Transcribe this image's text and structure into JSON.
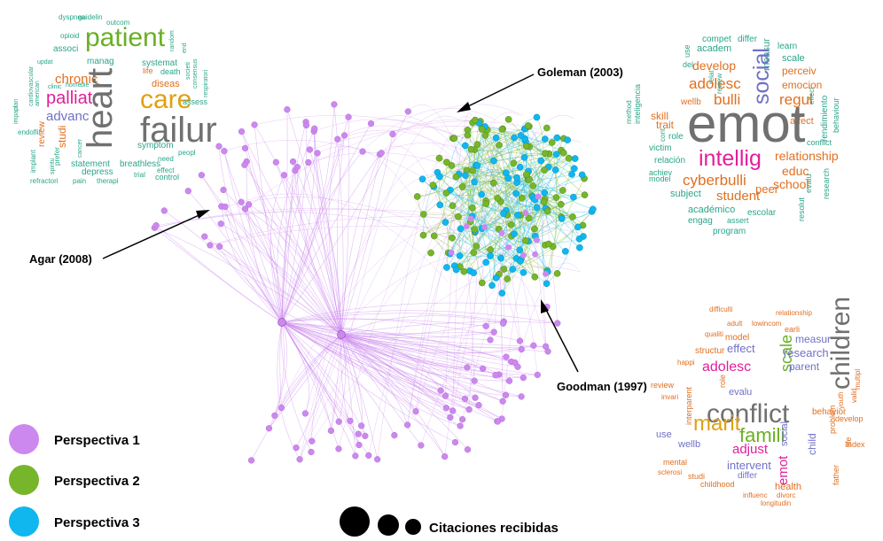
{
  "colors": {
    "perspectiva1": "#cc88ee",
    "perspectiva2": "#77b52a",
    "perspectiva3": "#0fb7ee",
    "edge1": "#cc88ee",
    "edge2": "#88c040",
    "edge3": "#39c4ee"
  },
  "annotations": {
    "goleman": "Goleman (2003)",
    "agar": "Agar (2008)",
    "goodman": "Goodman (1997)"
  },
  "legend": {
    "items": [
      {
        "label": "Perspectiva 1",
        "color": "#cc88ee"
      },
      {
        "label": "Perspectiva 2",
        "color": "#77b52a"
      },
      {
        "label": "Perspectiva 3",
        "color": "#0fb7ee"
      }
    ],
    "size_label": "Citaciones recibidas"
  },
  "word_clouds": {
    "heart_failure": [
      {
        "t": "dyspnea",
        "c": "#2aa58a",
        "s": 8
      },
      {
        "t": "guidelin",
        "c": "#2aa58a",
        "s": 8
      },
      {
        "t": "outcom",
        "c": "#2aa58a",
        "s": 8
      },
      {
        "t": "opioid",
        "c": "#2aa58a",
        "s": 8
      },
      {
        "t": "patient",
        "c": "#6ab023",
        "s": 30
      },
      {
        "t": "random",
        "c": "#2aa58a",
        "s": 7
      },
      {
        "t": "end",
        "c": "#2aa58a",
        "s": 7
      },
      {
        "t": "associ",
        "c": "#2aa58a",
        "s": 10
      },
      {
        "t": "updat",
        "c": "#2aa58a",
        "s": 7
      },
      {
        "t": "manag",
        "c": "#2aa58a",
        "s": 10
      },
      {
        "t": "systemat",
        "c": "#2aa58a",
        "s": 10
      },
      {
        "t": "consensus",
        "c": "#2aa58a",
        "s": 7
      },
      {
        "t": "chronic",
        "c": "#e07020",
        "s": 15
      },
      {
        "t": "life",
        "c": "#e07020",
        "s": 9
      },
      {
        "t": "death",
        "c": "#2aa58a",
        "s": 9
      },
      {
        "t": "societi",
        "c": "#2aa58a",
        "s": 7
      },
      {
        "t": "respiratori",
        "c": "#2aa58a",
        "s": 7
      },
      {
        "t": "cardiovascular",
        "c": "#2aa58a",
        "s": 7
      },
      {
        "t": "american",
        "c": "#2aa58a",
        "s": 7
      },
      {
        "t": "clinic",
        "c": "#2aa58a",
        "s": 7
      },
      {
        "t": "home",
        "c": "#2aa58a",
        "s": 7
      },
      {
        "t": "die",
        "c": "#2aa58a",
        "s": 7
      },
      {
        "t": "diseas",
        "c": "#e07020",
        "s": 11
      },
      {
        "t": "care",
        "c": "#e0a010",
        "s": 30
      },
      {
        "t": "assess",
        "c": "#2aa58a",
        "s": 9
      },
      {
        "t": "palliat",
        "c": "#e0209a",
        "s": 20
      },
      {
        "t": "heart",
        "c": "#707070",
        "s": 40
      },
      {
        "t": "plan",
        "c": "#2aa58a",
        "s": 7
      },
      {
        "t": "impact",
        "c": "#2aa58a",
        "s": 7
      },
      {
        "t": "advanc",
        "c": "#7070c8",
        "s": 15
      },
      {
        "t": "endoflif",
        "c": "#2aa58a",
        "s": 8
      },
      {
        "t": "review",
        "c": "#e07020",
        "s": 10
      },
      {
        "t": "studi",
        "c": "#e07020",
        "s": 12
      },
      {
        "t": "failur",
        "c": "#707070",
        "s": 40
      },
      {
        "t": "implant",
        "c": "#2aa58a",
        "s": 8
      },
      {
        "t": "prefer",
        "c": "#2aa58a",
        "s": 8
      },
      {
        "t": "cancer",
        "c": "#2aa58a",
        "s": 7
      },
      {
        "t": "spiritu",
        "c": "#2aa58a",
        "s": 7
      },
      {
        "t": "symptom",
        "c": "#2aa58a",
        "s": 10
      },
      {
        "t": "need",
        "c": "#2aa58a",
        "s": 8
      },
      {
        "t": "peopl",
        "c": "#2aa58a",
        "s": 8
      },
      {
        "t": "statement",
        "c": "#2aa58a",
        "s": 10
      },
      {
        "t": "breathless",
        "c": "#2aa58a",
        "s": 10
      },
      {
        "t": "depress",
        "c": "#2aa58a",
        "s": 10
      },
      {
        "t": "effect",
        "c": "#2aa58a",
        "s": 8
      },
      {
        "t": "trial",
        "c": "#2aa58a",
        "s": 8
      },
      {
        "t": "control",
        "c": "#2aa58a",
        "s": 9
      },
      {
        "t": "refractori",
        "c": "#2aa58a",
        "s": 8
      },
      {
        "t": "pain",
        "c": "#2aa58a",
        "s": 8
      },
      {
        "t": "therapi",
        "c": "#2aa58a",
        "s": 8
      }
    ],
    "emotional_intelligence": [
      {
        "t": "compet",
        "c": "#2aa58a",
        "s": 10
      },
      {
        "t": "differ",
        "c": "#2aa58a",
        "s": 10
      },
      {
        "t": "use",
        "c": "#2aa58a",
        "s": 9
      },
      {
        "t": "academ",
        "c": "#2aa58a",
        "s": 11
      },
      {
        "t": "measur",
        "c": "#2aa58a",
        "s": 11
      },
      {
        "t": "learn",
        "c": "#2aa58a",
        "s": 10
      },
      {
        "t": "del",
        "c": "#2aa58a",
        "s": 9
      },
      {
        "t": "develop",
        "c": "#e07020",
        "s": 14
      },
      {
        "t": "social",
        "c": "#7070c8",
        "s": 25
      },
      {
        "t": "scale",
        "c": "#2aa58a",
        "s": 11
      },
      {
        "t": "perceiv",
        "c": "#e07020",
        "s": 12
      },
      {
        "t": "relat",
        "c": "#2aa58a",
        "s": 8
      },
      {
        "t": "adolesc",
        "c": "#e07020",
        "s": 17
      },
      {
        "t": "emocion",
        "c": "#e07020",
        "s": 12
      },
      {
        "t": "review",
        "c": "#2aa58a",
        "s": 8
      },
      {
        "t": "wellb",
        "c": "#e07020",
        "s": 10
      },
      {
        "t": "bulli",
        "c": "#e07020",
        "s": 17
      },
      {
        "t": "regul",
        "c": "#e07020",
        "s": 17
      },
      {
        "t": "effect",
        "c": "#2aa58a",
        "s": 8
      },
      {
        "t": "rendimiento",
        "c": "#2aa58a",
        "s": 10
      },
      {
        "t": "behaviour",
        "c": "#2aa58a",
        "s": 9
      },
      {
        "t": "method",
        "c": "#2aa58a",
        "s": 8
      },
      {
        "t": "inteligencia",
        "c": "#2aa58a",
        "s": 9
      },
      {
        "t": "skill",
        "c": "#e07020",
        "s": 12
      },
      {
        "t": "affect",
        "c": "#e07020",
        "s": 11
      },
      {
        "t": "trait",
        "c": "#e07020",
        "s": 12
      },
      {
        "t": "role",
        "c": "#2aa58a",
        "s": 10
      },
      {
        "t": "emot",
        "c": "#707070",
        "s": 60
      },
      {
        "t": "victim",
        "c": "#2aa58a",
        "s": 10
      },
      {
        "t": "relación",
        "c": "#2aa58a",
        "s": 10
      },
      {
        "t": "intellig",
        "c": "#e0209a",
        "s": 25
      },
      {
        "t": "relationship",
        "c": "#e07020",
        "s": 14
      },
      {
        "t": "conflict",
        "c": "#2aa58a",
        "s": 9
      },
      {
        "t": "achiev",
        "c": "#2aa58a",
        "s": 9
      },
      {
        "t": "cyberbulli",
        "c": "#e07020",
        "s": 17
      },
      {
        "t": "educ",
        "c": "#e07020",
        "s": 14
      },
      {
        "t": "model",
        "c": "#2aa58a",
        "s": 9
      },
      {
        "t": "school",
        "c": "#e07020",
        "s": 14
      },
      {
        "t": "evalu",
        "c": "#2aa58a",
        "s": 9
      },
      {
        "t": "research",
        "c": "#2aa58a",
        "s": 9
      },
      {
        "t": "subject",
        "c": "#2aa58a",
        "s": 11
      },
      {
        "t": "student",
        "c": "#e07020",
        "s": 15
      },
      {
        "t": "peer",
        "c": "#e07020",
        "s": 13
      },
      {
        "t": "académico",
        "c": "#2aa58a",
        "s": 11
      },
      {
        "t": "escolar",
        "c": "#2aa58a",
        "s": 10
      },
      {
        "t": "resolut",
        "c": "#2aa58a",
        "s": 9
      },
      {
        "t": "engag",
        "c": "#2aa58a",
        "s": 10
      },
      {
        "t": "assert",
        "c": "#2aa58a",
        "s": 9
      },
      {
        "t": "program",
        "c": "#2aa58a",
        "s": 10
      },
      {
        "t": "cont",
        "c": "#2aa58a",
        "s": 8
      }
    ],
    "children_conflict": [
      {
        "t": "difficulti",
        "c": "#e07020",
        "s": 8
      },
      {
        "t": "relationship",
        "c": "#e07020",
        "s": 8
      },
      {
        "t": "adult",
        "c": "#e07020",
        "s": 8
      },
      {
        "t": "lowincom",
        "c": "#e07020",
        "s": 8
      },
      {
        "t": "qualiti",
        "c": "#e07020",
        "s": 8
      },
      {
        "t": "earli",
        "c": "#e07020",
        "s": 9
      },
      {
        "t": "model",
        "c": "#e07020",
        "s": 10
      },
      {
        "t": "measur",
        "c": "#7070c8",
        "s": 12
      },
      {
        "t": "structur",
        "c": "#e07020",
        "s": 10
      },
      {
        "t": "effect",
        "c": "#7070c8",
        "s": 13
      },
      {
        "t": "scale",
        "c": "#6ab023",
        "s": 18
      },
      {
        "t": "research",
        "c": "#7070c8",
        "s": 13
      },
      {
        "t": "happi",
        "c": "#e07020",
        "s": 8
      },
      {
        "t": "adolesc",
        "c": "#e0209a",
        "s": 16
      },
      {
        "t": "parent",
        "c": "#7070c8",
        "s": 12
      },
      {
        "t": "role",
        "c": "#e07020",
        "s": 9
      },
      {
        "t": "evalu",
        "c": "#7070c8",
        "s": 11
      },
      {
        "t": "multipl",
        "c": "#e07020",
        "s": 8
      },
      {
        "t": "children",
        "c": "#707070",
        "s": 30
      },
      {
        "t": "review",
        "c": "#e07020",
        "s": 9
      },
      {
        "t": "valid",
        "c": "#e07020",
        "s": 8
      },
      {
        "t": "invari",
        "c": "#e07020",
        "s": 8
      },
      {
        "t": "interparent",
        "c": "#e07020",
        "s": 9
      },
      {
        "t": "conflict",
        "c": "#707070",
        "s": 30
      },
      {
        "t": "behavior",
        "c": "#e07020",
        "s": 10
      },
      {
        "t": "problem",
        "c": "#e07020",
        "s": 9
      },
      {
        "t": "develop",
        "c": "#e07020",
        "s": 9
      },
      {
        "t": "youth",
        "c": "#e07020",
        "s": 8
      },
      {
        "t": "use",
        "c": "#7070c8",
        "s": 11
      },
      {
        "t": "marit",
        "c": "#e0a010",
        "s": 24
      },
      {
        "t": "famili",
        "c": "#6ab023",
        "s": 22
      },
      {
        "t": "child",
        "c": "#7070c8",
        "s": 12
      },
      {
        "t": "index",
        "c": "#e07020",
        "s": 9
      },
      {
        "t": "life",
        "c": "#e07020",
        "s": 9
      },
      {
        "t": "wellb",
        "c": "#7070c8",
        "s": 11
      },
      {
        "t": "adjust",
        "c": "#e0209a",
        "s": 15
      },
      {
        "t": "mental",
        "c": "#e07020",
        "s": 9
      },
      {
        "t": "emot",
        "c": "#e0209a",
        "s": 15
      },
      {
        "t": "social",
        "c": "#7070c8",
        "s": 11
      },
      {
        "t": "father",
        "c": "#e07020",
        "s": 9
      },
      {
        "t": "intervent",
        "c": "#7070c8",
        "s": 13
      },
      {
        "t": "sclerosi",
        "c": "#e07020",
        "s": 8
      },
      {
        "t": "studi",
        "c": "#e07020",
        "s": 9
      },
      {
        "t": "differ",
        "c": "#7070c8",
        "s": 10
      },
      {
        "t": "health",
        "c": "#e07020",
        "s": 11
      },
      {
        "t": "childhood",
        "c": "#e07020",
        "s": 9
      },
      {
        "t": "influenc",
        "c": "#e07020",
        "s": 8
      },
      {
        "t": "divorc",
        "c": "#e07020",
        "s": 8
      },
      {
        "t": "longitudin",
        "c": "#e07020",
        "s": 8
      }
    ]
  }
}
